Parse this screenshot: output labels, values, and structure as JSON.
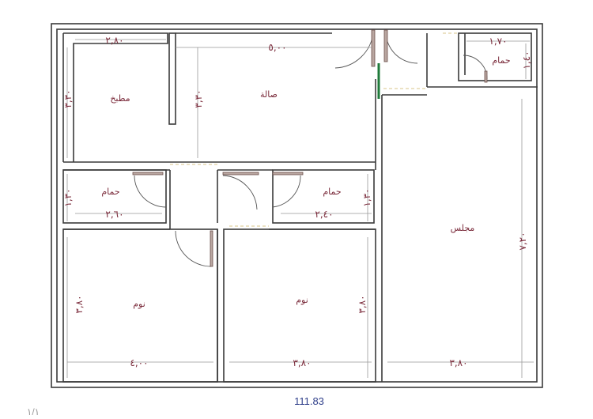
{
  "rooms": {
    "kitchen": "مطبخ",
    "hall": "صالة",
    "bath_top": "حمام",
    "bath_left": "حمام",
    "bath_mid": "حمام",
    "majlis": "مجلس",
    "bedroom_left": "نوم",
    "bedroom_mid": "نوم"
  },
  "dimensions": {
    "kitchen_width": "٢,٨٠",
    "kitchen_height": "٣,٣٠",
    "hall_width": "٥,٠٠",
    "hall_height": "٣,٣٠",
    "bath_top_width": "١,٧٠",
    "bath_top_height": "١,٤٠",
    "bath_left_width": "٢,٦٠",
    "bath_left_height": "١,٣٠",
    "bath_mid_width": "٢,٤٠",
    "bath_mid_height": "١,٣٠",
    "majlis_height": "٧,٢٠",
    "majlis_width": "٣,٨٠",
    "bedroom_left_width": "٤,٠٠",
    "bedroom_left_height": "٣,٨٠",
    "bedroom_mid_width": "٣,٨٠",
    "bedroom_mid_height": "٣,٨٠"
  },
  "total_area": "111.83",
  "page_number": "١/١",
  "colors": {
    "wall": "#3a3a3a",
    "label": "#7a2a3a",
    "area": "#2f3f8a",
    "door_accent": "#1f7a3a"
  }
}
